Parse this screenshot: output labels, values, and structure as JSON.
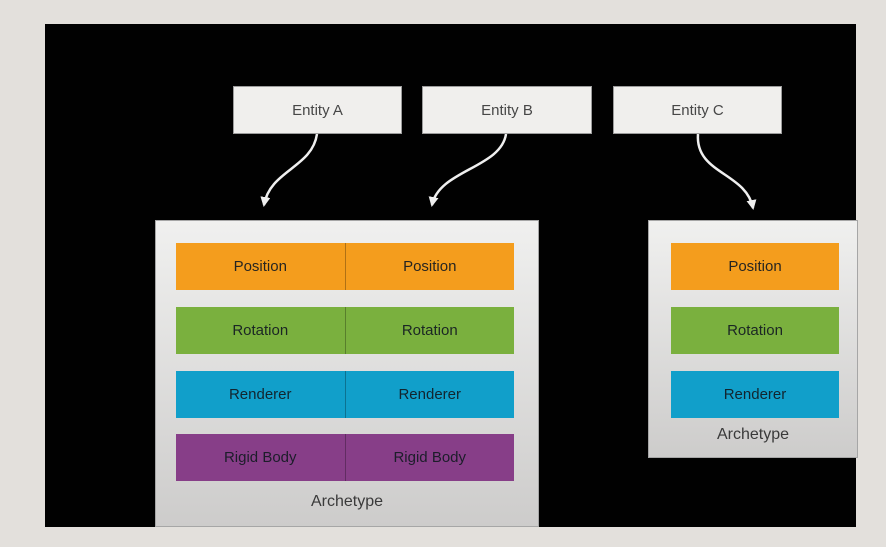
{
  "diagram_title": "",
  "entities": [
    {
      "label": "Entity A"
    },
    {
      "label": "Entity B"
    },
    {
      "label": "Entity C"
    }
  ],
  "archetypes": [
    {
      "label": "Archetype",
      "columns": 2,
      "rows": [
        {
          "component": "Position",
          "color": "#f49d1d",
          "cells": [
            "Position",
            "Position"
          ]
        },
        {
          "component": "Rotation",
          "color": "#7ab03e",
          "cells": [
            "Rotation",
            "Rotation"
          ]
        },
        {
          "component": "Renderer",
          "color": "#119fca",
          "cells": [
            "Renderer",
            "Renderer"
          ]
        },
        {
          "component": "Rigid Body",
          "color": "#873e88",
          "cells": [
            "Rigid Body",
            "Rigid Body"
          ]
        }
      ]
    },
    {
      "label": "Archetype",
      "columns": 1,
      "rows": [
        {
          "component": "Position",
          "color": "#f49d1d",
          "cells": [
            "Position"
          ]
        },
        {
          "component": "Rotation",
          "color": "#7ab03e",
          "cells": [
            "Rotation"
          ]
        },
        {
          "component": "Renderer",
          "color": "#119fca",
          "cells": [
            "Renderer"
          ]
        }
      ]
    }
  ],
  "connections": [
    {
      "from": "Entity A",
      "to": "Archetype 1"
    },
    {
      "from": "Entity B",
      "to": "Archetype 1"
    },
    {
      "from": "Entity C",
      "to": "Archetype 2"
    }
  ],
  "colors": {
    "page_bg": "#e3e0dc",
    "panel_bg": "#010101",
    "entity_box_bg": "#f0efed",
    "archetype_box_top": "#f0f0ef",
    "archetype_box_bottom": "#cdcccb",
    "position": "#f49d1d",
    "rotation": "#7ab03e",
    "renderer": "#119fca",
    "rigid_body": "#873e88",
    "arrow": "#efefef"
  }
}
